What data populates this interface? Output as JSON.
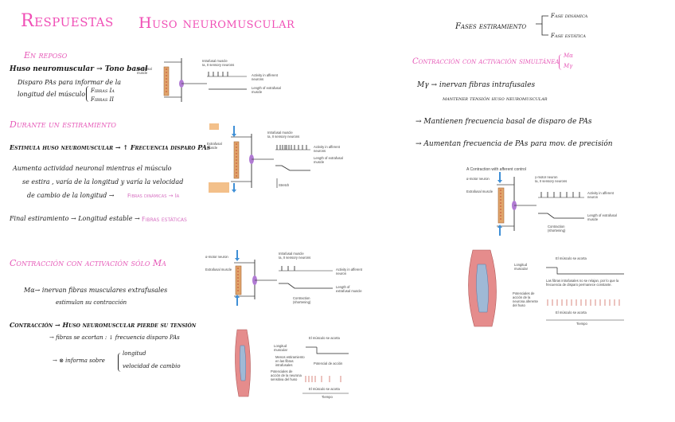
{
  "title": {
    "left": "Respuestas",
    "right": "Huso neuromuscular"
  },
  "colors": {
    "title_pink": "#f04fb6",
    "heading_pink": "#e65ab8",
    "lavender": "#b07ad3",
    "orange_box": "#f3c08a",
    "muscle": "#e0a46a",
    "nerve_blue": "#3f8fd6"
  },
  "reposo": {
    "heading": "En reposo",
    "line1": "Huso neuromuscular → Tono basal",
    "line2": "Disparo PAs para informar de la",
    "line3": "longitud del músculo",
    "fibers": [
      "Fibras Ia",
      "Fibras II"
    ]
  },
  "fig1": {
    "top": "Intrafusal muscle",
    "ia": "Ia, II sensory neurons",
    "extra": "Extrafusal muscle",
    "activity": "Activity in afferent neurons",
    "length": "Length of extrafusal muscle"
  },
  "estiramiento": {
    "heading": "Durante un estiramiento",
    "line1": "Estimula huso neuromuscular → ↑ Frecuencia disparo PAs",
    "bullet1_a": "Aumenta actividad neuronal mientras el músculo",
    "bullet1_b": "se estira , varía de la longitud y varía la velocidad",
    "bullet1_c": "de cambio de la longitud →",
    "bullet1_d": "Fibras dinámicas → Ia",
    "bullet2_a": "Final estiramiento → Longitud estable →",
    "bullet2_b": "Fibras estáticas"
  },
  "fig2": {
    "top": "Intrafusal muscle",
    "ia": "Ia, II sensory neurons",
    "extra": "Extrafusal muscle",
    "activity": "Activity in afferent neurons",
    "length": "Length of extrafusal muscle",
    "stretch": "Stretch"
  },
  "contraccion_solo": {
    "heading": "Contracción con activación sólo Mα",
    "line1": "Mα→ inervan fibras musculares extrafusales",
    "line2": "estimulan su contracción",
    "line3": "Contracción → Huso neuromuscular pierde su tensión",
    "line4": "→ fibras se acortan : ↓ frecuencia disparo PAs",
    "line5": "→ ⊗ informa sobre",
    "brace": [
      "longitud",
      "velocidad de cambio"
    ]
  },
  "fig3": {
    "motor": "α-motor neuron",
    "top": "Intrafusal muscle",
    "ia": "Ia, II sensory neurons",
    "extra": "Extrafusal muscle",
    "activity": "Activity in afferent neuron",
    "length": "Length of extrafusal muscle",
    "contraction": "Contraction (shortening)"
  },
  "fig4": {
    "length": "Longitud muscular",
    "short": "El músculo se acorta",
    "note": "Menos estiramiento en las fibras intrafusales",
    "potential": "Potencial de acción",
    "neuron": "Potenciales de acción de la neurona sensitiva del huso",
    "short2": "El músculo se acorta",
    "time": "Tiempo"
  },
  "fases": {
    "label": "Fases estiramiento",
    "dynamic": "Fase dinámica",
    "static": "Fase estática"
  },
  "coactivacion": {
    "heading": "Contracción con activación simultánea",
    "brace": [
      "Mα",
      "Mγ"
    ],
    "line1": "Mγ → inervan fibras intrafusales",
    "line2": "mantener tensión huso neuromuscular",
    "bullet1": "→ Mantienen frecuencia basal de disparo de PAs",
    "bullet2": "→ Aumentan frecuencia de PAs para mov. de precisión"
  },
  "fig5": {
    "caption": "A  Contraction with afferent control",
    "alpha": "α-motor neuron",
    "gamma": "γ-motor neuron",
    "ia": "Ia, II sensory neurons",
    "extra": "Extrafusal muscle",
    "activity": "Activity in afferent neuron",
    "length": "Length of extrafusal muscle",
    "contraction": "Contraction (shortening)"
  },
  "fig6": {
    "length": "Longitud muscular",
    "short": "El músculo se acorta",
    "note": "Las fibras intrafusales no se relajan, por lo que la frecuencia de disparo permanece constante.",
    "neuron": "Potenciales de acción de la neurona aferente del huso",
    "short2": "El músculo se acorta",
    "time": "Tiempo"
  }
}
